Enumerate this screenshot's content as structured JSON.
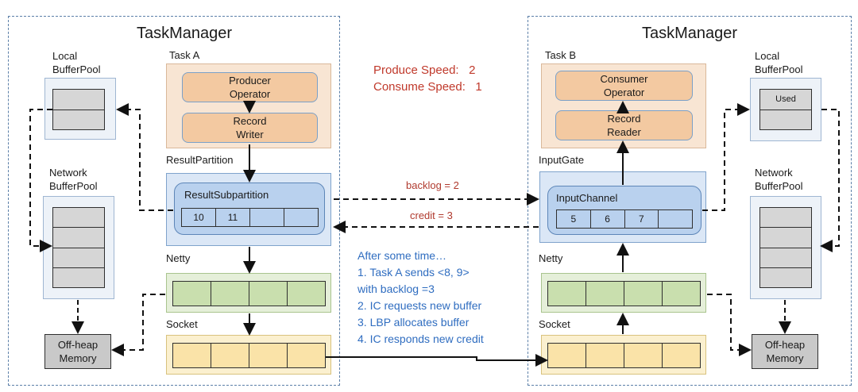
{
  "left": {
    "task_manager_title": "TaskManager",
    "task_label": "Task A",
    "local_pool_label": "Local\nBufferPool",
    "network_pool_label": "Network\nBufferPool",
    "producer_operator": "Producer\nOperator",
    "record_writer": "Record\nWriter",
    "result_partition_label": "ResultPartition",
    "result_subpartition_label": "ResultSubpartition",
    "subpartition_buffers": [
      "10",
      "11",
      "",
      ""
    ],
    "netty_label": "Netty",
    "socket_label": "Socket",
    "offheap_label": "Off-heap\nMemory"
  },
  "right": {
    "task_manager_title": "TaskManager",
    "task_label": "Task B",
    "local_pool_label": "Local\nBufferPool",
    "local_pool_used": "Used",
    "network_pool_label": "Network\nBufferPool",
    "consumer_operator": "Consumer\nOperator",
    "record_reader": "Record\nReader",
    "input_gate_label": "InputGate",
    "input_channel_label": "InputChannel",
    "channel_buffers": [
      "5",
      "6",
      "7",
      ""
    ],
    "netty_label": "Netty",
    "socket_label": "Socket",
    "offheap_label": "Off-heap\nMemory"
  },
  "speeds": {
    "produce_label": "Produce Speed:",
    "produce_value": "2",
    "consume_label": "Consume Speed:",
    "consume_value": "1"
  },
  "messages": {
    "backlog": "backlog = 2",
    "credit": "credit = 3"
  },
  "steps": {
    "intro": "After some time…",
    "step1a": "1.   Task A sends <8, 9>",
    "step1b": "with backlog =3",
    "step2": "2.   IC requests new buffer",
    "step3": "3.   LBP allocates buffer",
    "step4": "4.   IC responds new credit"
  },
  "colors": {
    "frame": "#5b7fa8",
    "task_bg": "#f8e5d3",
    "operator": "#f3c9a1",
    "partition_bg": "#dbe7f6",
    "subpartition": "#b9d1ee",
    "netty": "#c9dfae",
    "socket": "#fae3a8",
    "pool_slot": "#d6d6d6",
    "offheap": "#c9c9c9",
    "speed_text": "#c0392b",
    "steps_text": "#2f6dc0"
  }
}
